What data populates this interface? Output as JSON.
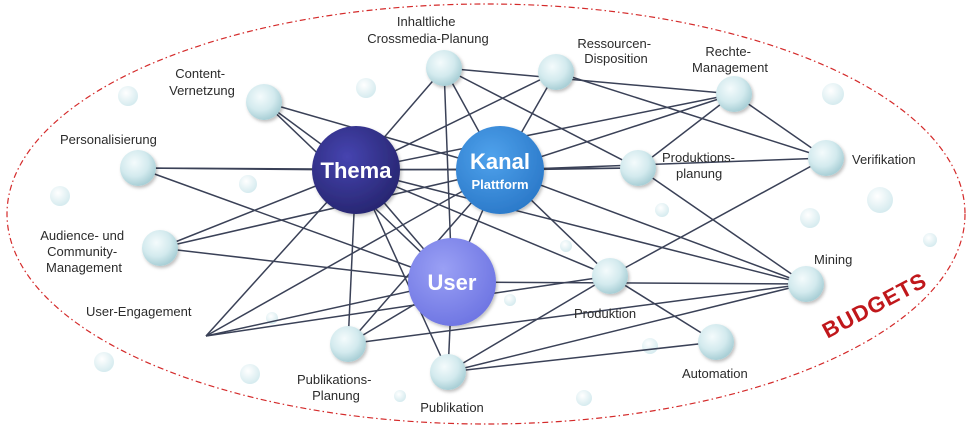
{
  "diagram": {
    "boundary_label": "BUDGETS",
    "colors": {
      "boundary": "#d42a2a",
      "edge": "#3a4157",
      "node_fill": "#cde6ea",
      "thema": "#2e2d8a",
      "kanal": "#2f86d8",
      "user": "#7f86ef",
      "budget_text": "#c0171b"
    },
    "hubs": {
      "thema": {
        "title": "Thema"
      },
      "kanal": {
        "title": "Kanal",
        "subtitle": "Plattform"
      },
      "user": {
        "title": "User"
      }
    },
    "nodes": {
      "crossmedia": {
        "label_lines": [
          "Inhaltliche",
          "Crossmedia-Planung"
        ]
      },
      "ressourcen": {
        "label_lines": [
          "Ressourcen-",
          "Disposition"
        ]
      },
      "rechte": {
        "label_lines": [
          "Rechte-",
          "Management"
        ]
      },
      "vernetzung": {
        "label_lines": [
          "Content-",
          "Vernetzung"
        ]
      },
      "personalisierung": {
        "label_lines": [
          "Personalisierung"
        ]
      },
      "produktionsplanung": {
        "label_lines": [
          "Produktions-",
          "planung"
        ]
      },
      "verifikation": {
        "label_lines": [
          "Verifikation"
        ]
      },
      "audience": {
        "label_lines": [
          "Audience- und",
          "Community-",
          "Management"
        ]
      },
      "mining": {
        "label_lines": [
          "Mining"
        ]
      },
      "engagement": {
        "label_lines": [
          "User-Engagement"
        ]
      },
      "produktion": {
        "label_lines": [
          "Produktion"
        ]
      },
      "publikationsplanung": {
        "label_lines": [
          "Publikations-",
          "Planung"
        ]
      },
      "publikation": {
        "label_lines": [
          "Publikation"
        ]
      },
      "automation": {
        "label_lines": [
          "Automation"
        ]
      }
    }
  }
}
